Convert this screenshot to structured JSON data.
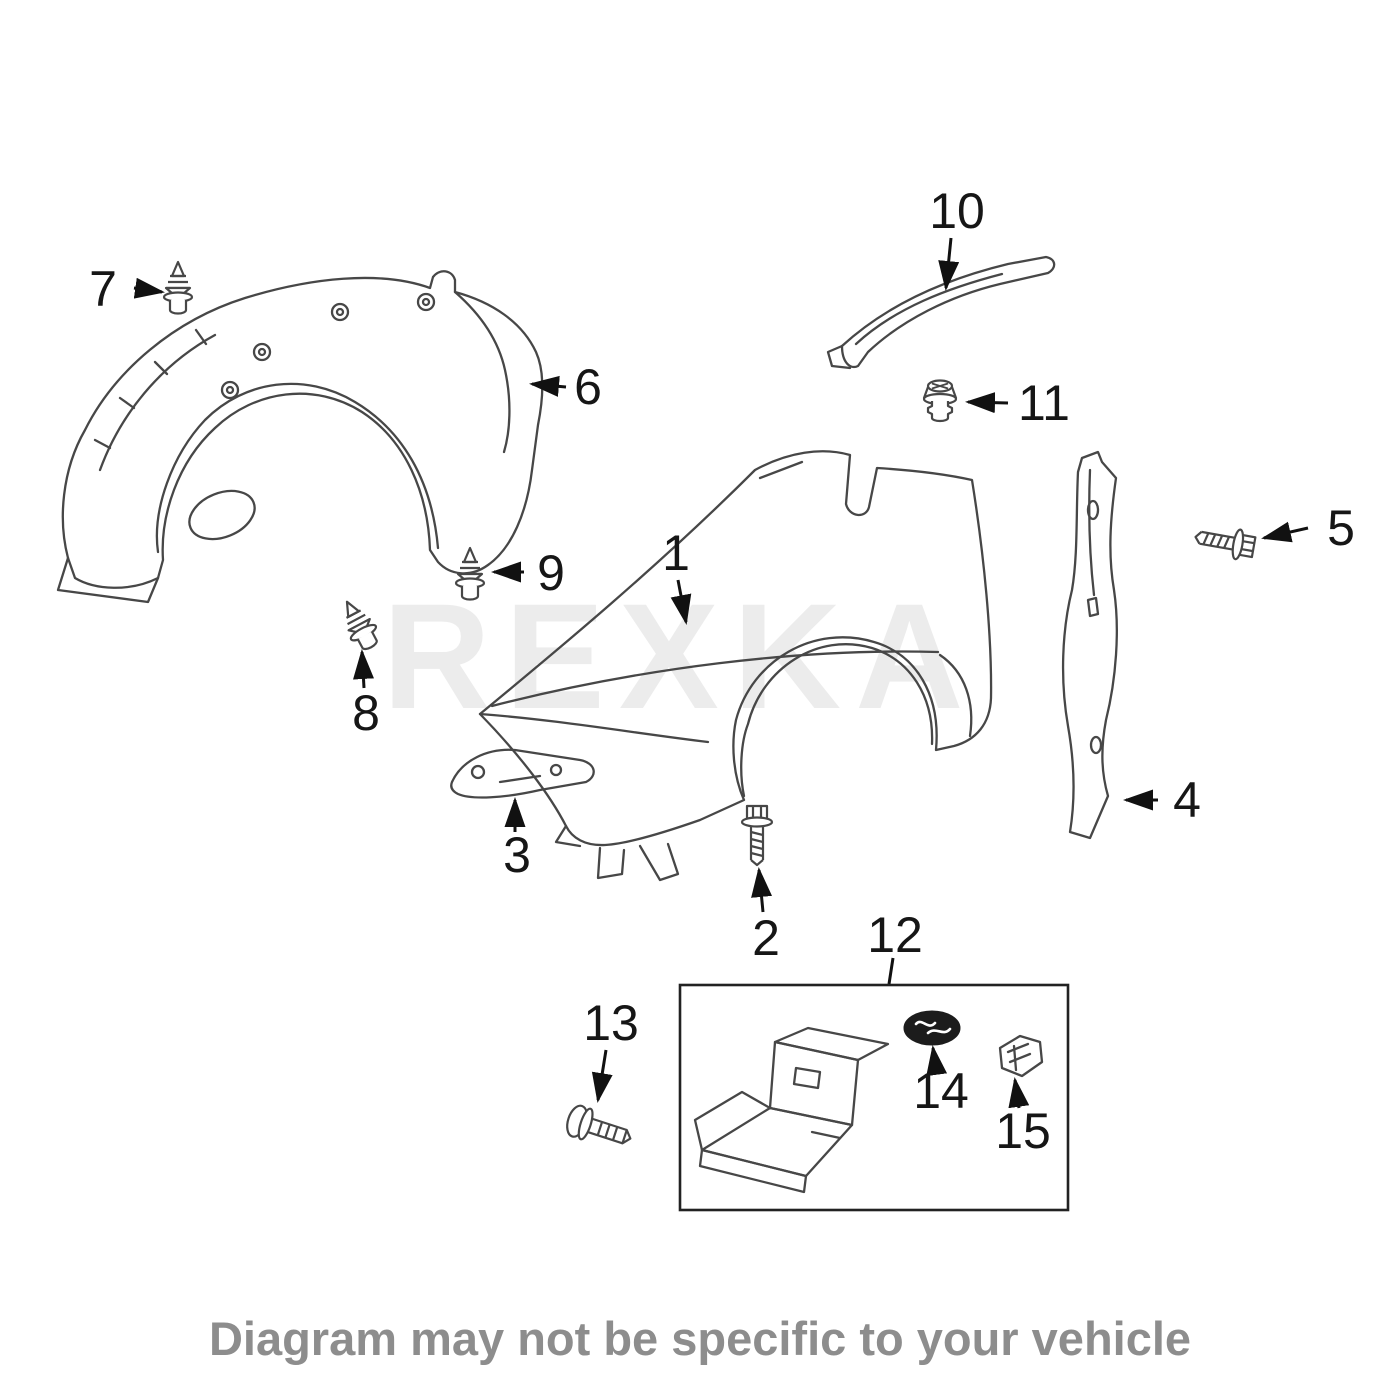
{
  "watermark": "REXKA",
  "caption": "Diagram may not be specific to your vehicle",
  "labels": {
    "n1": "1",
    "n2": "2",
    "n3": "3",
    "n4": "4",
    "n5": "5",
    "n6": "6",
    "n7": "7",
    "n8": "8",
    "n9": "9",
    "n10": "10",
    "n11": "11",
    "n12": "12",
    "n13": "13",
    "n14": "14",
    "n15": "15"
  }
}
